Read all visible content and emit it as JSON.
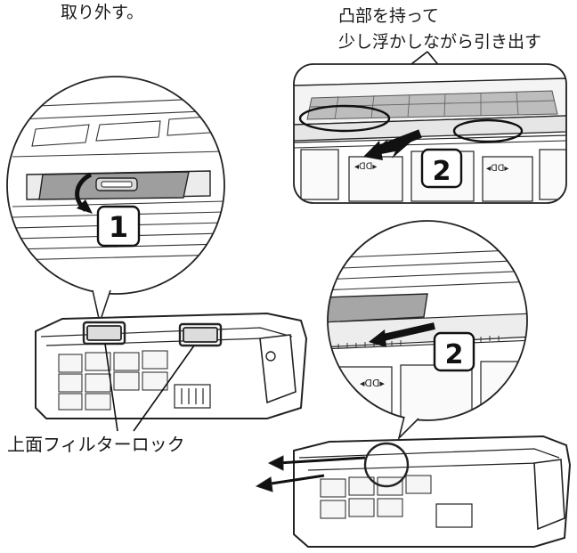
{
  "instructions": {
    "top_left": "取り外す。",
    "top_right_line1": "凸部を持って",
    "top_right_line2": "少し浮かしながら引き出す"
  },
  "labels": {
    "filter_lock": "上面フィルターロック"
  },
  "steps": {
    "step1": "1",
    "step2_top": "2",
    "step2_bottom": "2"
  },
  "marks": {
    "arrow_mark": "◂ᗡᗡ▸"
  }
}
